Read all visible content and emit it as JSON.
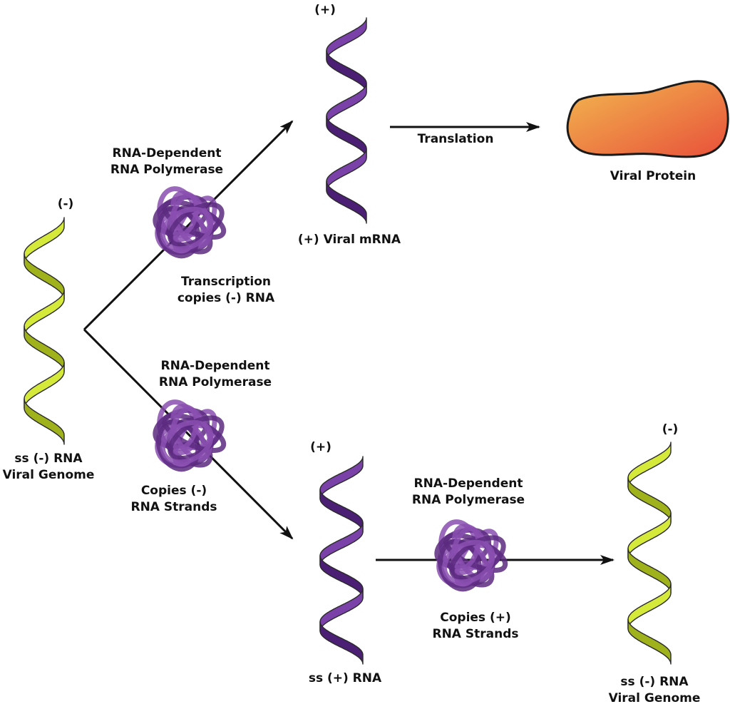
{
  "colors": {
    "minus_strand": "#d5e93b",
    "minus_strand_dark": "#9fb21c",
    "plus_strand": "#7a42a8",
    "plus_strand_dark": "#4b1f73",
    "polymerase": "#8a4fb0",
    "polymerase_dark": "#5c2a80",
    "protein_light": "#f3a74a",
    "protein_dark": "#e8503a",
    "arrow": "#111111"
  },
  "icons": {
    "minus_strand": "yellow-green-ribbon-helix",
    "plus_strand": "purple-ribbon-helix",
    "polymerase": "purple-tangled-coil",
    "protein": "orange-blob"
  },
  "labels": {
    "genome_sign": "(-)",
    "genome_line1": "ss (-) RNA",
    "genome_line2": "Viral Genome",
    "top_poly_line1": "RNA-Dependent",
    "top_poly_line2": "RNA Polymerase",
    "transcription_line1": "Transcription",
    "transcription_line2": "copies (-) RNA",
    "mrna_sign": "(+)",
    "mrna_label": "(+) Viral mRNA",
    "translation": "Translation",
    "protein": "Viral Protein",
    "mid_poly_line1": "RNA-Dependent",
    "mid_poly_line2": "RNA Polymerase",
    "copies_minus_line1": "Copies (-)",
    "copies_minus_line2": "RNA Strands",
    "plus_rna_sign": "(+)",
    "plus_rna_label": "ss (+) RNA",
    "bottom_poly_line1": "RNA-Dependent",
    "bottom_poly_line2": "RNA Polymerase",
    "copies_plus_line1": "Copies (+)",
    "copies_plus_line2": "RNA Strands",
    "new_genome_sign": "(-)",
    "new_genome_line1": "ss (-) RNA",
    "new_genome_line2": "Viral Genome"
  }
}
